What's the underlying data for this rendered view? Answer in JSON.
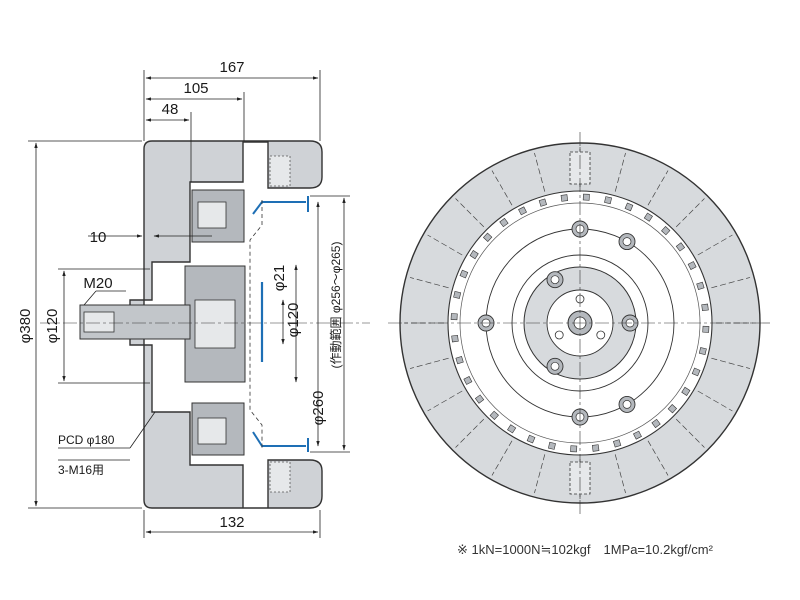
{
  "colors": {
    "body_fill": "#cfd2d6",
    "body_outline": "#333333",
    "part_fill": "#b4b8bd",
    "accent_blue": "#1e6fb5",
    "dim_line": "#222222"
  },
  "side_view": {
    "dim_167": "167",
    "dim_105": "105",
    "dim_48": "48",
    "dim_10": "10",
    "dim_132": "132",
    "dim_phi380": "φ380",
    "dim_phi120_left": "φ120",
    "thread": "M20",
    "dim_phi21": "φ21",
    "dim_phi120_right": "φ120",
    "dim_phi260": "φ260",
    "stroke_range": "(作動範囲 φ256～φ265)",
    "pcd": "PCD φ180",
    "bolts": "3-M16用"
  },
  "footnote": "※ 1kN=1000N≒102kgf　1MPa=10.2kgf/cm²"
}
